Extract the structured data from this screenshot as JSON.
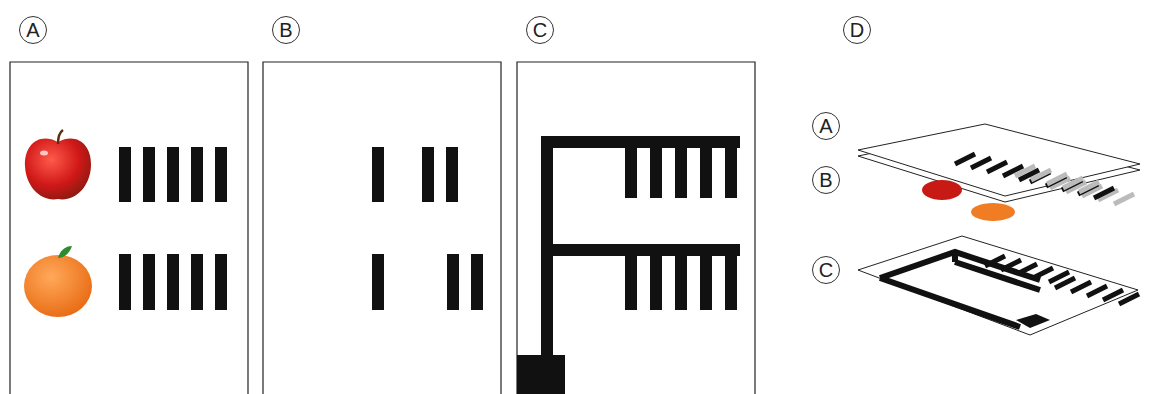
{
  "diagram": {
    "nodes": [
      {
        "text": [
          "A"
        ]
      },
      {
        "text": [
          "B"
        ]
      },
      {
        "text": [
          "C"
        ]
      },
      {
        "text": [
          "D"
        ]
      },
      {
        "text": [
          "A"
        ]
      },
      {
        "text": [
          "B"
        ]
      },
      {
        "text": [
          "C"
        ]
      }
    ]
  }
}
